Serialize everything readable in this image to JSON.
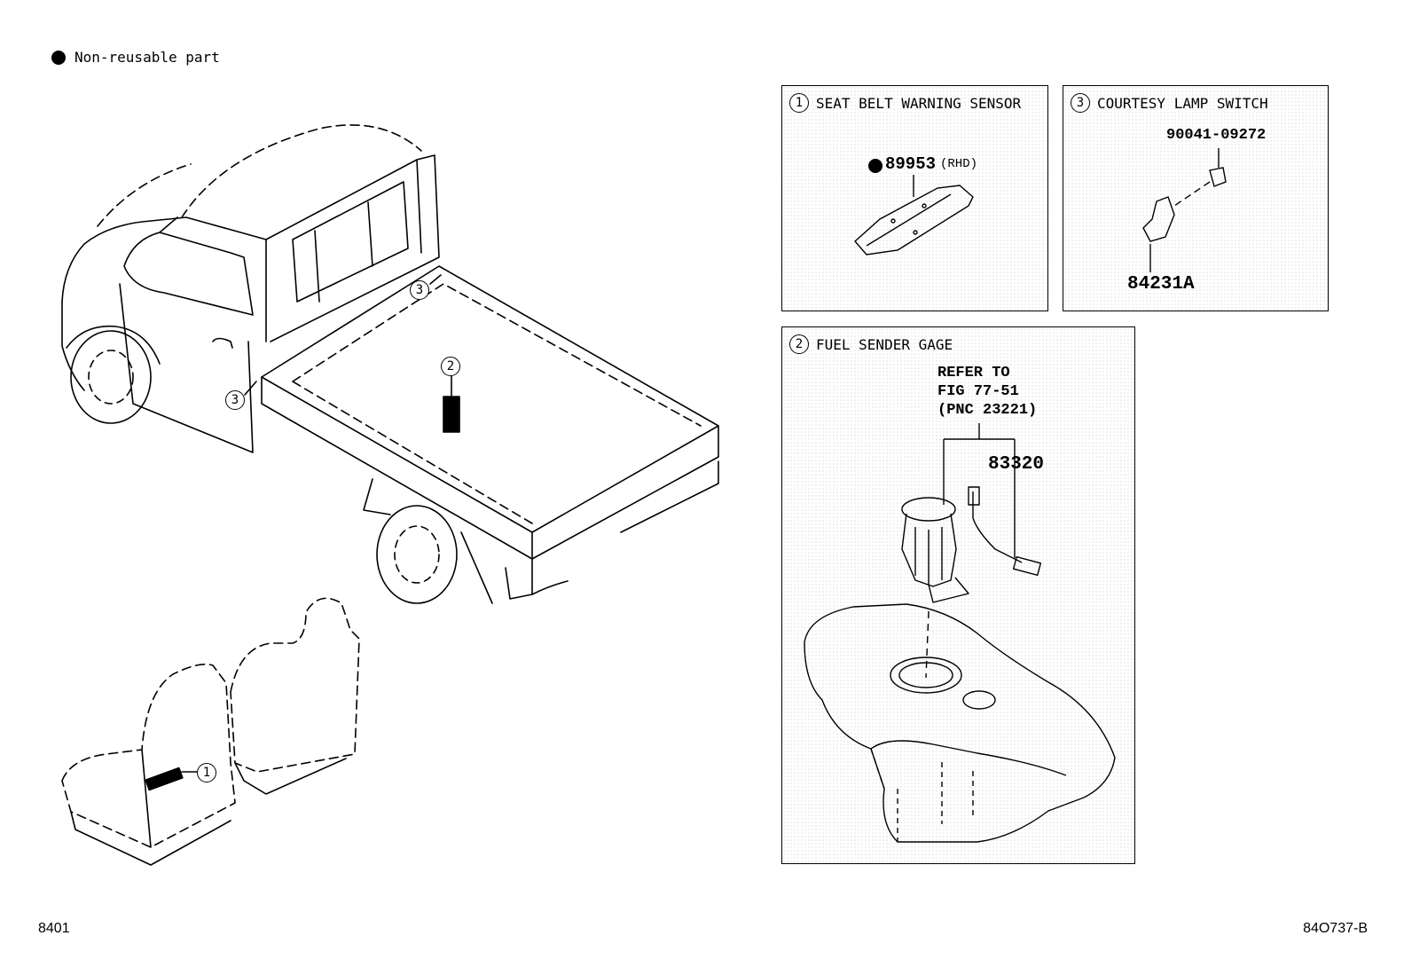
{
  "legend": {
    "label": "Non-reusable part"
  },
  "callouts": {
    "c1": "1",
    "c2": "2",
    "c3": "3"
  },
  "panel_seatbelt": {
    "index": "1",
    "title": "SEAT BELT WARNING SENSOR",
    "part_number": "89953",
    "part_note": "(RHD)"
  },
  "panel_courtesy": {
    "index": "3",
    "title": "COURTESY LAMP SWITCH",
    "screw_part": "90041-09272",
    "switch_part": "84231A"
  },
  "panel_fuel": {
    "index": "2",
    "title": "FUEL SENDER GAGE",
    "refer_line1": "REFER TO",
    "refer_line2": "FIG 77-51",
    "refer_line3": "(PNC 23221)",
    "part_number": "83320"
  },
  "footer": {
    "left_code": "8401",
    "right_code": "84O737-B"
  }
}
